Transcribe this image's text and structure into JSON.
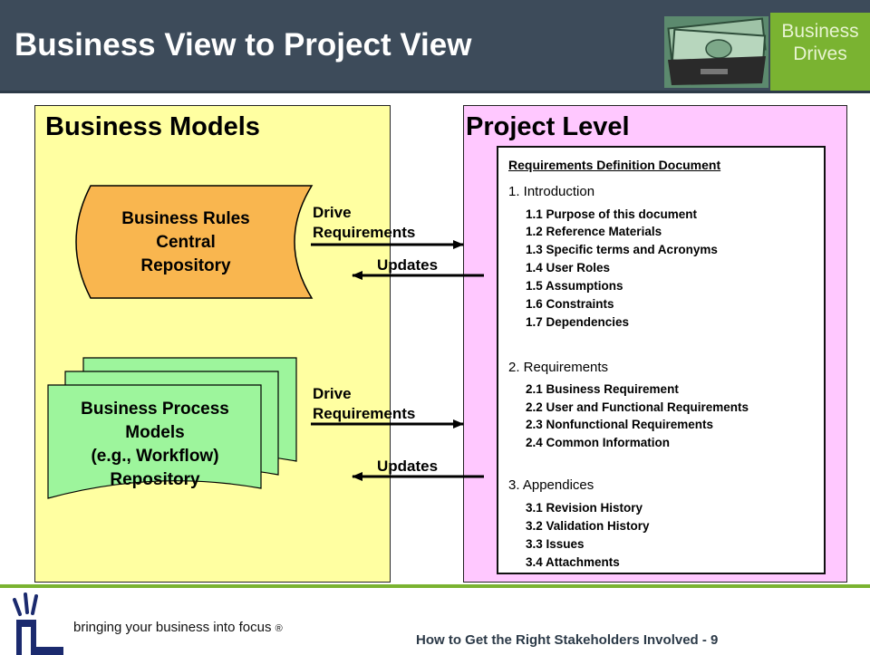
{
  "header": {
    "title": "Business View to Project View",
    "tag_line1": "Business",
    "tag_line2": "Drives"
  },
  "left_panel": {
    "title": "Business Models",
    "rules_repo": {
      "line1": "Business Rules",
      "line2": "Central",
      "line3": "Repository"
    },
    "process_repo": {
      "line1": "Business Process",
      "line2": "Models",
      "line3": "(e.g., Workflow)",
      "line4": "Repository"
    }
  },
  "arrows": {
    "top_drive": "Drive",
    "top_requirements": "Requirements",
    "top_updates": "Updates",
    "bottom_drive": "Drive",
    "bottom_requirements": "Requirements",
    "bottom_updates": "Updates"
  },
  "right_panel": {
    "title": "Project Level",
    "document": {
      "heading": "Requirements Definition Document",
      "sections": [
        {
          "title": "1. Introduction",
          "items": [
            "1.1 Purpose of this document",
            "1.2 Reference Materials",
            "1.3 Specific terms and Acronyms",
            "1.4 User Roles",
            "1.5 Assumptions",
            "1.6 Constraints",
            "1.7 Dependencies"
          ]
        },
        {
          "title": "2. Requirements",
          "items": [
            "2.1 Business Requirement",
            "2.2 User and Functional Requirements",
            "2.3 Nonfunctional Requirements",
            "2.4 Common Information"
          ]
        },
        {
          "title": "3. Appendices",
          "items": [
            "3.1 Revision History",
            "3.2 Validation History",
            "3.3 Issues",
            "3.4 Attachments"
          ]
        }
      ]
    }
  },
  "footer": {
    "tagline": "bringing your business into focus",
    "registered": "®",
    "title": "How to Get the Right Stakeholders Involved - 9"
  },
  "colors": {
    "header_bg": "#3d4b5a",
    "tag_bg": "#7ab331",
    "left_panel_bg": "#ffffa1",
    "right_panel_bg": "#ffc8ff",
    "rules_repo_fill": "#f9b64f",
    "process_repo_fill": "#9df59c"
  }
}
